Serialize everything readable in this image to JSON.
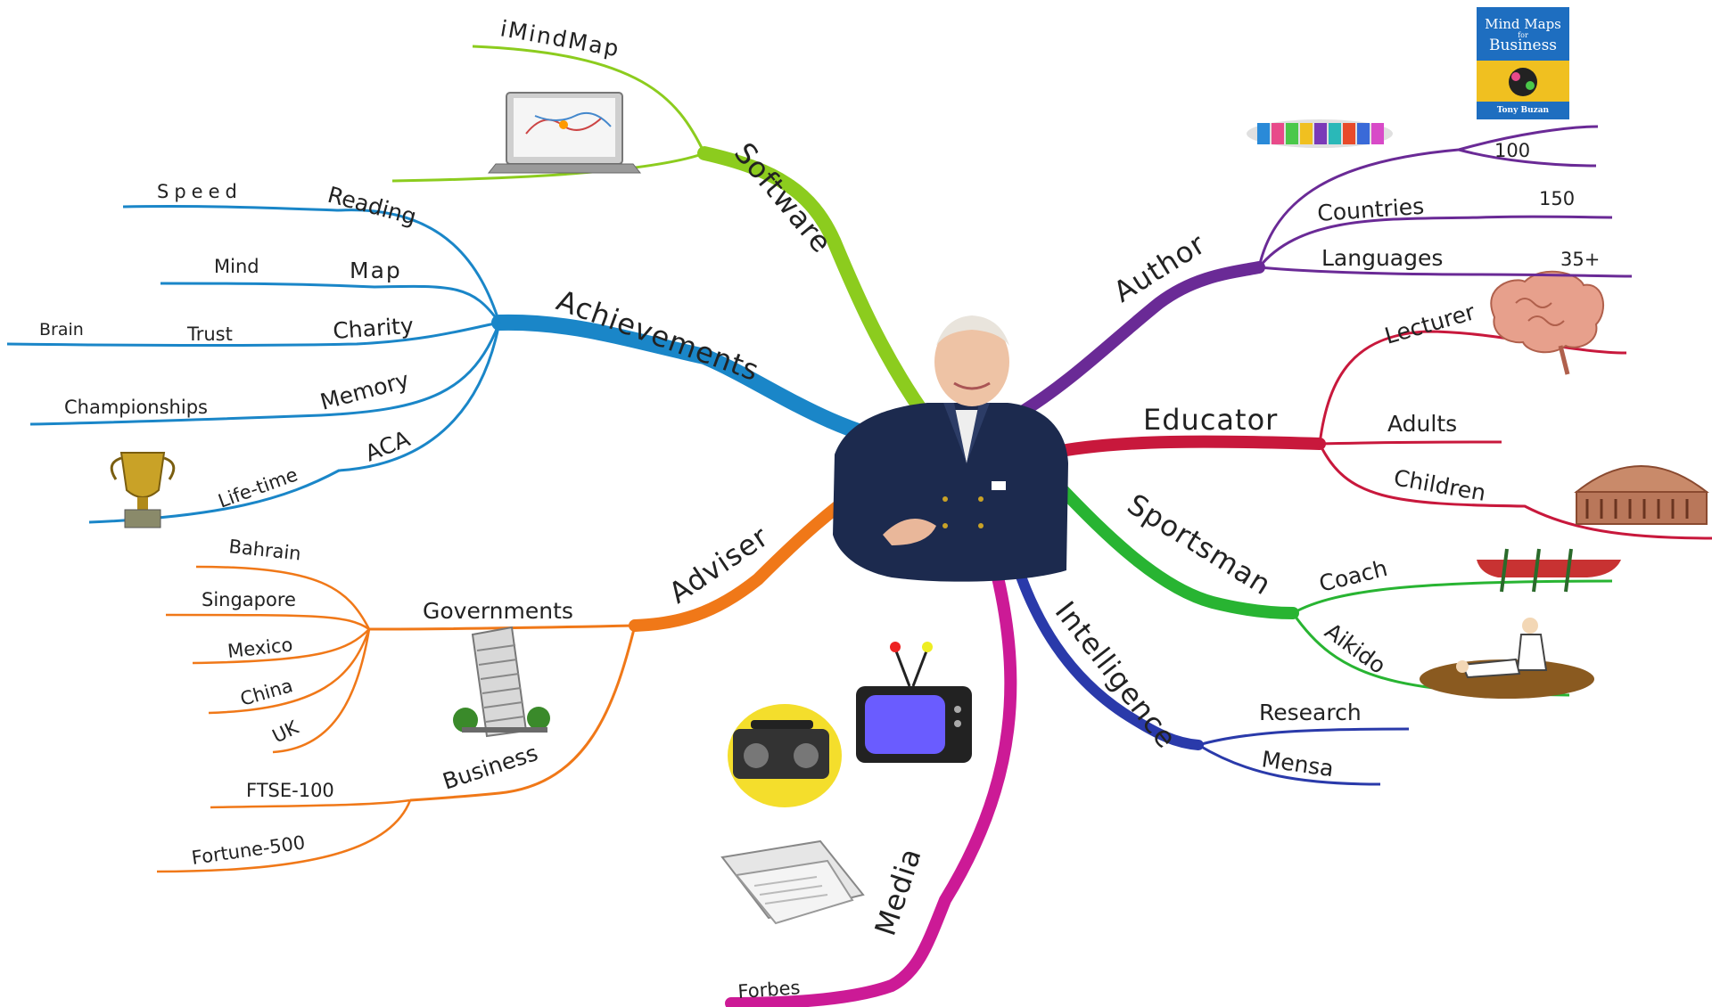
{
  "colors": {
    "software": "#8ccc1e",
    "achievements": "#1a86c8",
    "adviser": "#f07818",
    "media": "#cc1a96",
    "intelligence": "#2a3aaa",
    "sportsman": "#28b432",
    "educator": "#c8183c",
    "author": "#6a2a96"
  },
  "software": {
    "label": "Software",
    "iMindMap": "iMindMap"
  },
  "achievements": {
    "label": "Achievements",
    "reading": "Reading",
    "speed": "Speed",
    "map": "Map",
    "mind": "Mind",
    "charity": "Charity",
    "trust": "Trust",
    "brain": "Brain",
    "memory": "Memory",
    "championships": "Championships",
    "aca": "ACA",
    "lifetime": "Life-time"
  },
  "adviser": {
    "label": "Adviser",
    "governments": "Governments",
    "bahrain": "Bahrain",
    "singapore": "Singapore",
    "mexico": "Mexico",
    "china": "China",
    "uk": "UK",
    "business": "Business",
    "ftse": "FTSE-100",
    "fortune": "Fortune-500"
  },
  "media": {
    "label": "Media",
    "forbes": "Forbes"
  },
  "intelligence": {
    "label": "Intelligence",
    "research": "Research",
    "mensa": "Mensa"
  },
  "sportsman": {
    "label": "Sportsman",
    "coach": "Coach",
    "aikido": "Aikido"
  },
  "educator": {
    "label": "Educator",
    "lecturer": "Lecturer",
    "adults": "Adults",
    "children": "Children"
  },
  "author": {
    "label": "Author",
    "countries": "Countries",
    "languages": "Languages",
    "n100": "100",
    "n150": "150",
    "n35": "35+"
  },
  "book": {
    "title1": "Mind Maps",
    "title2": "for",
    "title3": "Business",
    "author": "Tony Buzan"
  }
}
